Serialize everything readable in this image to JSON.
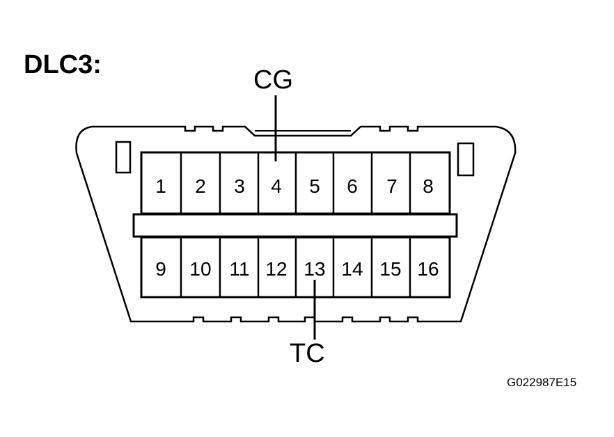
{
  "title": "DLC3:",
  "callouts": {
    "top": "CG",
    "bottom": "TC"
  },
  "pins_top": [
    "1",
    "2",
    "3",
    "4",
    "5",
    "6",
    "7",
    "8"
  ],
  "pins_bottom": [
    "9",
    "10",
    "11",
    "12",
    "13",
    "14",
    "15",
    "16"
  ],
  "figure_id": "G022987E15"
}
